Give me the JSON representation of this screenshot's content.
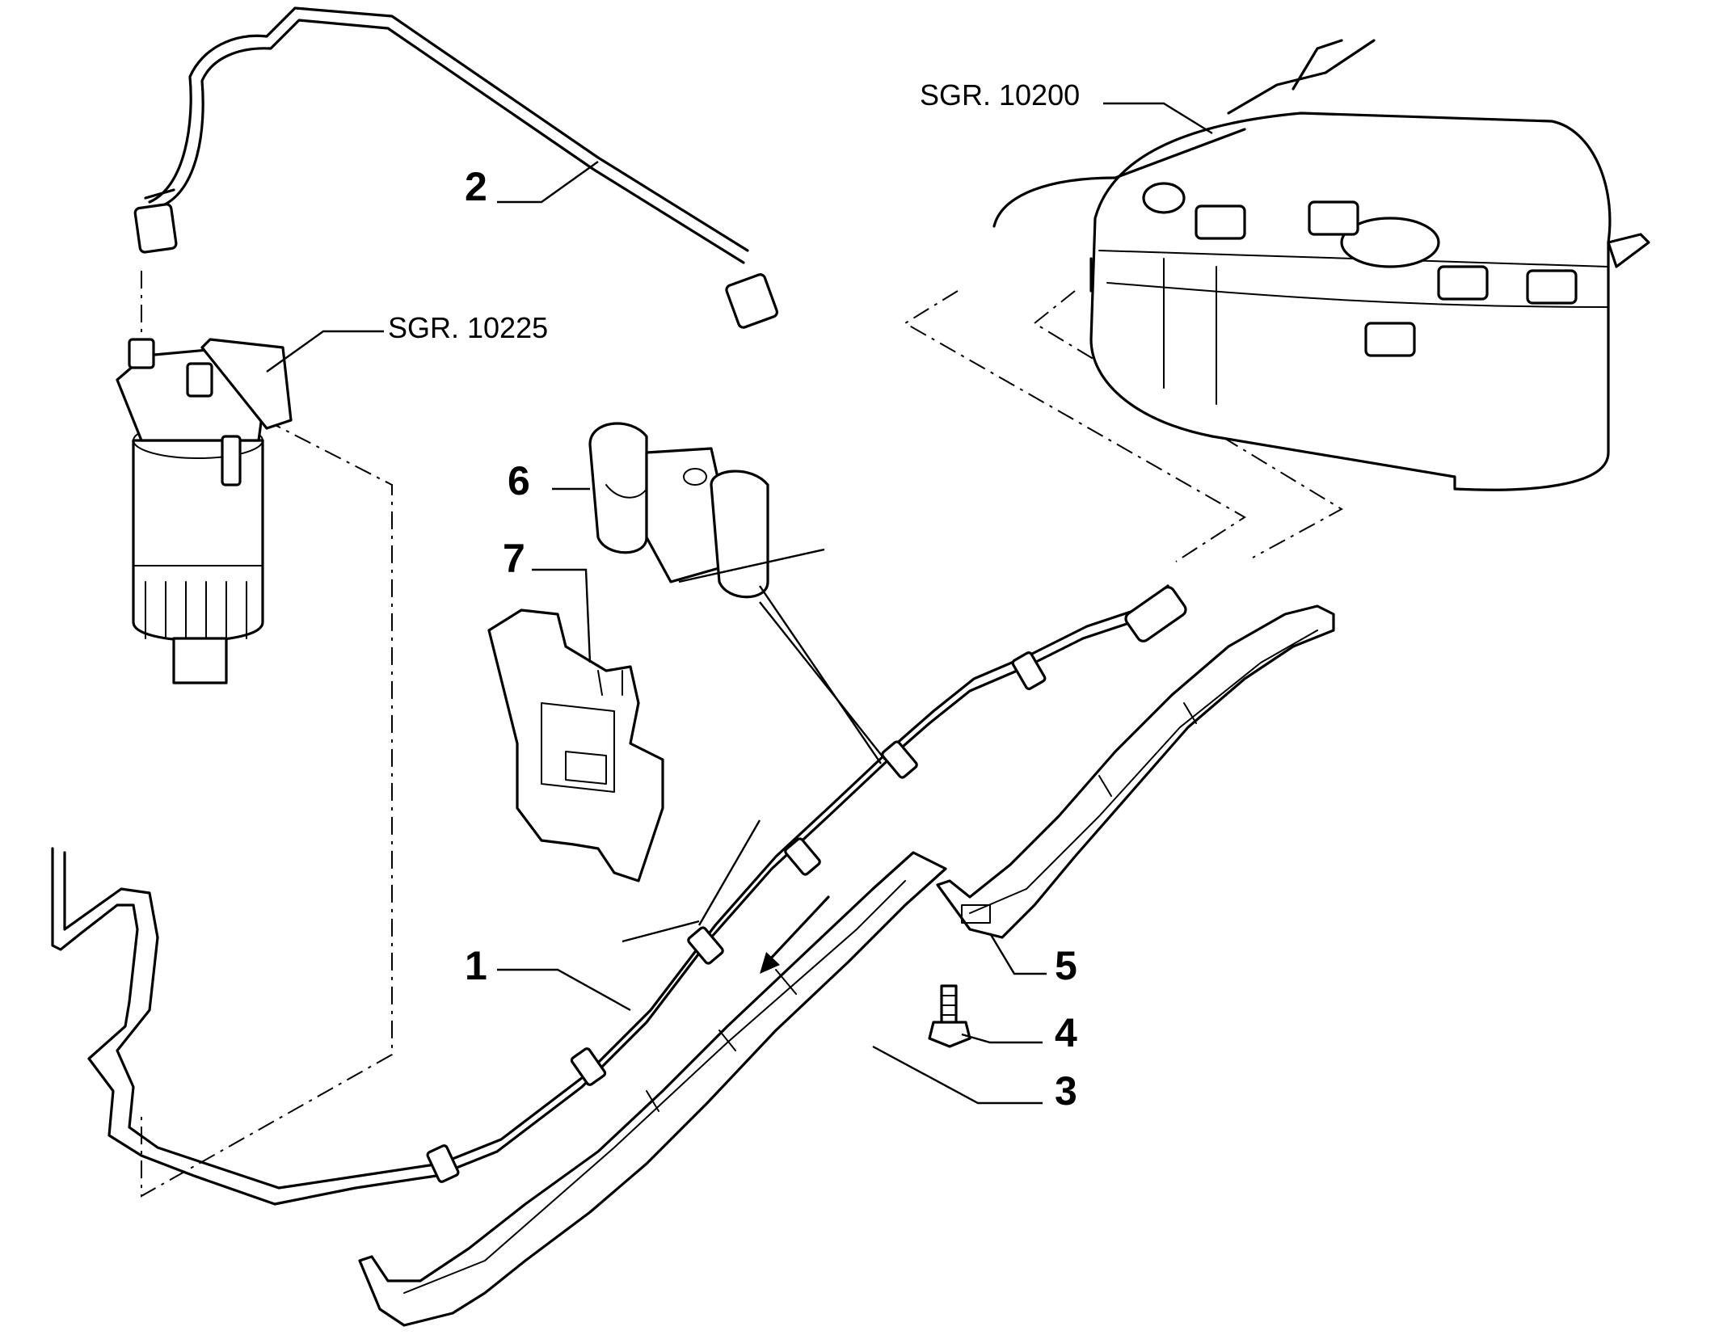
{
  "callouts": {
    "c1": "1",
    "c2": "2",
    "c3": "3",
    "c4": "4",
    "c5": "5",
    "c6": "6",
    "c7": "7"
  },
  "references": {
    "filter_group": "SGR. 10225",
    "tank_group": "SGR. 10200"
  },
  "colors": {
    "line": "#000000",
    "background": "#ffffff"
  }
}
